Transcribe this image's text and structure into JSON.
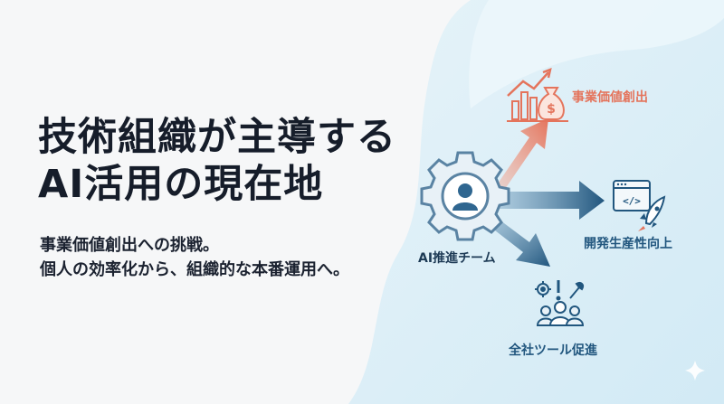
{
  "slide": {
    "title_line1": "技術組織が主導する",
    "title_line2": "AI活用の現在地",
    "subtitle_line1": "事業価値創出への挑戦。",
    "subtitle_line2": "個人の効率化から、組織的な本番運用へ。"
  },
  "diagram": {
    "center_label": "AI推進チーム",
    "outcomes": [
      {
        "label": "事業価値創出",
        "icon": "growth-chart-money-bag-icon",
        "color": "#e4745c"
      },
      {
        "label": "開発生産性向上",
        "icon": "code-window-rocket-icon",
        "color": "#21567e"
      },
      {
        "label": "全社ツール促進",
        "icon": "tools-people-icon",
        "color": "#21567e"
      }
    ],
    "center_icon": "gear-user-icon"
  },
  "colors": {
    "background": "#f6f7f8",
    "blob": "#d9edf6",
    "accent_orange": "#e4745c",
    "accent_blue": "#21567e",
    "text_dark": "#161d2a"
  }
}
